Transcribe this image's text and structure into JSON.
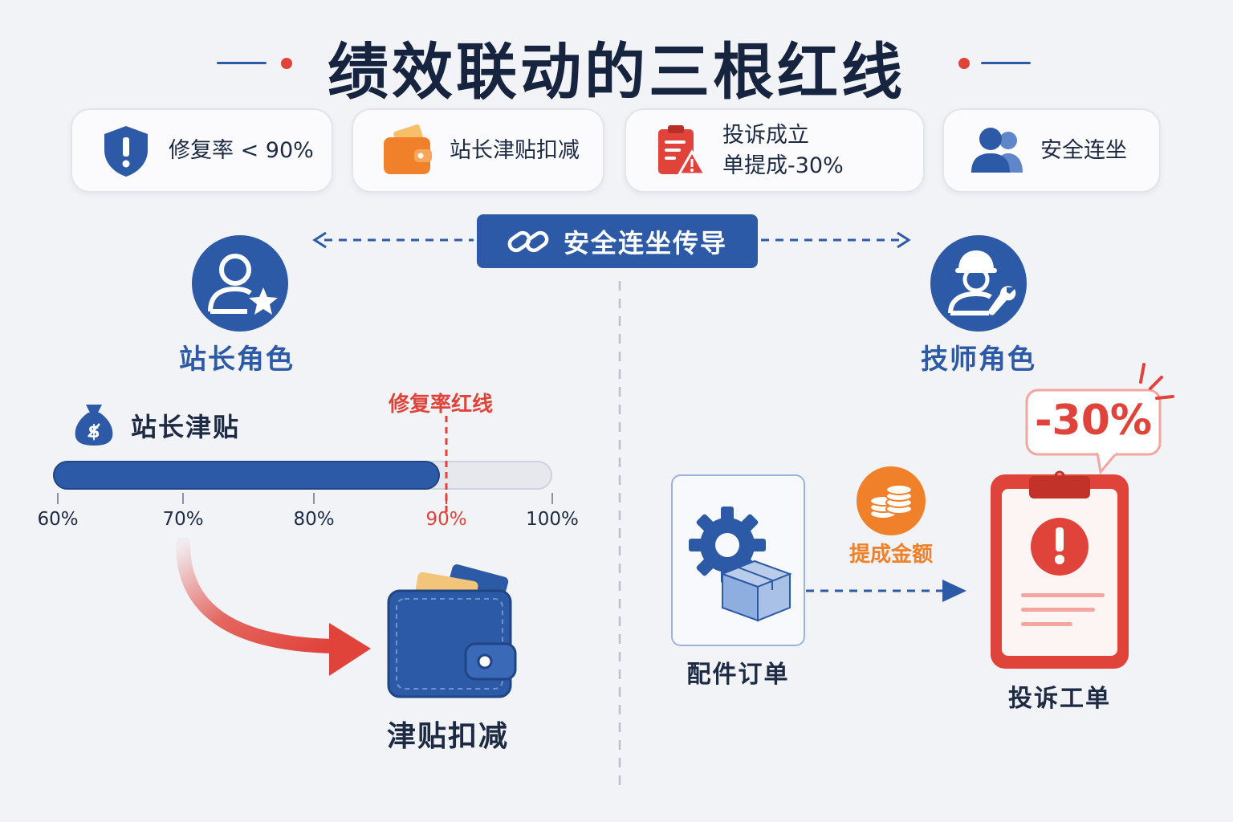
{
  "title": "绩效联动的三根红线",
  "cards": [
    {
      "icon": "shield-alert-icon",
      "text": "修复率 < 90%"
    },
    {
      "icon": "wallet-icon",
      "text": "站长津贴扣减"
    },
    {
      "icon": "clipboard-warning-icon",
      "line1": "投诉成立",
      "line2": "单提成-30%"
    },
    {
      "icon": "users-icon",
      "text": "安全连坐"
    }
  ],
  "link_badge": {
    "icon": "link-icon",
    "label": "安全连坐传导"
  },
  "left": {
    "role_label": "站长角色",
    "role_icon": "manager-star-icon",
    "allowance_label": "站长津贴",
    "allowance_icon": "money-bag-icon",
    "redline_label": "修复率红线",
    "progress": {
      "value_percent": 90,
      "threshold_percent": 90,
      "ticks": [
        "60%",
        "70%",
        "80%",
        "90%",
        "100%"
      ]
    },
    "result_label": "津贴扣减",
    "result_icon": "wallet-icon"
  },
  "right": {
    "role_label": "技师角色",
    "role_icon": "technician-wrench-icon",
    "order_label": "配件订单",
    "order_icon": "gear-box-icon",
    "commission_label": "提成金额",
    "commission_icon": "coins-icon",
    "ticket_label": "投诉工单",
    "ticket_icon": "clipboard-alert-icon",
    "penalty_label": "-30%"
  },
  "colors": {
    "primary_blue": "#2d5aa6",
    "alert_red": "#e0433a",
    "accent_orange": "#f0802a",
    "text_dark": "#17243f"
  }
}
